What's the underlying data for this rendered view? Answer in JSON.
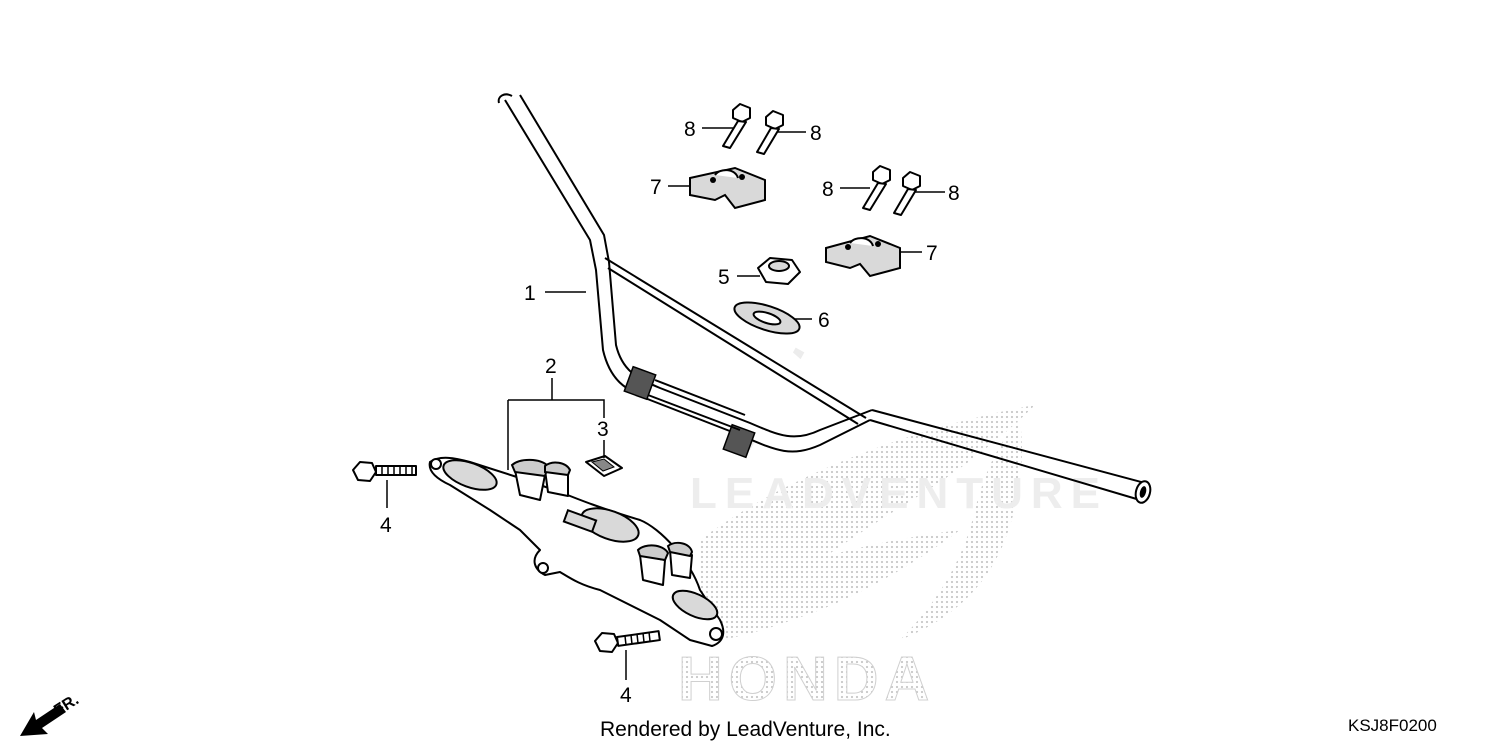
{
  "diagram": {
    "callouts": {
      "c1": "1",
      "c2": "2",
      "c3": "3",
      "c4a": "4",
      "c4b": "4",
      "c5": "5",
      "c6": "6",
      "c7a": "7",
      "c7b": "7",
      "c8a": "8",
      "c8b": "8",
      "c8c": "8",
      "c8d": "8"
    },
    "direction_label": "FR.",
    "watermark_text": "HONDA",
    "watermark_brand": "LEADVENTURE"
  },
  "footer": {
    "rendered_by": "Rendered by LeadVenture, Inc.",
    "diagram_code": "KSJ8F0200"
  },
  "colors": {
    "line": "#000000",
    "watermark": "#cfcfcf",
    "background": "#ffffff"
  }
}
